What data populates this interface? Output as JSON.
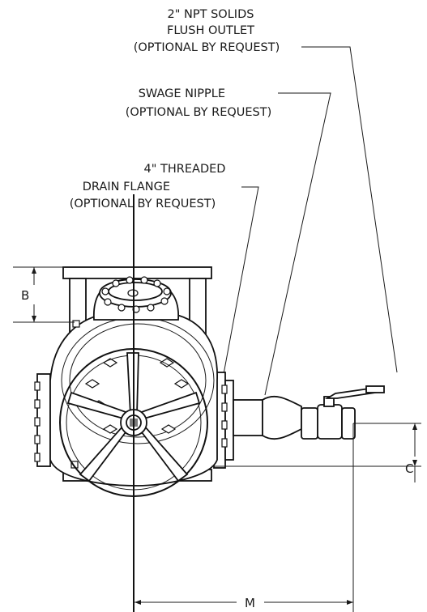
{
  "callouts": {
    "solids_outlet": [
      "2\" NPT SOLIDS",
      "FLUSH OUTLET",
      "(OPTIONAL BY REQUEST)"
    ],
    "swage_nipple": [
      "SWAGE NIPPLE",
      "(OPTIONAL BY REQUEST)"
    ],
    "drain_flange": [
      "4\" THREADED",
      "DRAIN FLANGE",
      "(OPTIONAL BY REQUEST)"
    ]
  },
  "dimensions": {
    "b": "B",
    "c": "C",
    "m": "M"
  }
}
